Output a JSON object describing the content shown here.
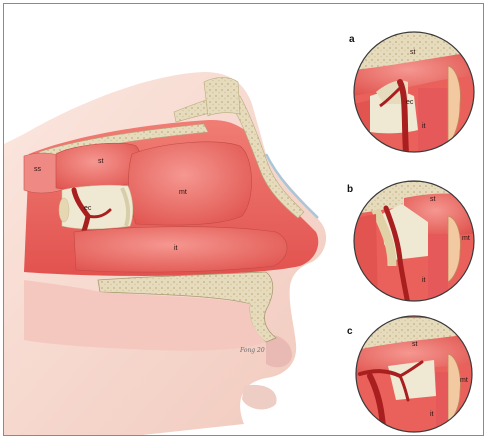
{
  "figure": {
    "main_labels": {
      "ss": "ss",
      "st": "st",
      "mt": "mt",
      "ec": "ec",
      "it": "it"
    },
    "signature": "Fong 20",
    "panels": [
      {
        "letter": "a",
        "labels": {
          "st": "st",
          "ec": "ec",
          "it": "it"
        }
      },
      {
        "letter": "b",
        "labels": {
          "st": "st",
          "mt": "mt",
          "it": "it"
        }
      },
      {
        "letter": "c",
        "labels": {
          "st": "st",
          "mt": "mt",
          "it": "it"
        }
      }
    ],
    "colors": {
      "mucosa": "#e9645f",
      "mucosa_light": "#f08a82",
      "bone": "#e6dcc0",
      "artery": "#a91e1e",
      "skin": "#f6d9cf",
      "cavity": "#efe8d3"
    }
  }
}
